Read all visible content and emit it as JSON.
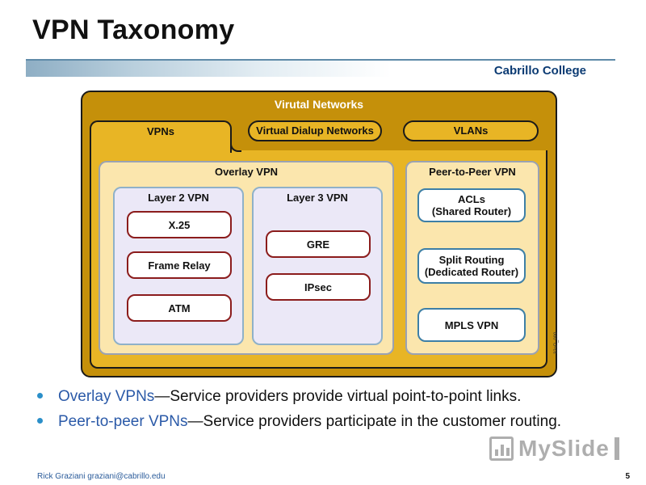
{
  "slide": {
    "title": "VPN Taxonomy",
    "organization": "Cabrillo College",
    "author": "Rick Graziani  graziani@cabrillo.edu",
    "page_number": "5"
  },
  "diagram": {
    "outer_title": "Virutal Networks",
    "top_items": {
      "vpns": "VPNs",
      "virtual_dialup": "Virtual Dialup Networks",
      "vlans": "VLANs"
    },
    "overlay": {
      "title": "Overlay VPN",
      "layer2": {
        "title": "Layer 2 VPN",
        "items": [
          "X.25",
          "Frame Relay",
          "ATM"
        ]
      },
      "layer3": {
        "title": "Layer 3 VPN",
        "items": [
          "GRE",
          "IPsec"
        ]
      }
    },
    "peer": {
      "title": "Peer-to-Peer VPN",
      "items": [
        [
          "ACLs",
          "(Shared Router)"
        ],
        [
          "Split Routing",
          "(Dedicated Router)"
        ],
        [
          "MPLS VPN",
          ""
        ]
      ]
    },
    "figure_id": "32aP_099"
  },
  "bullets": [
    {
      "term": "Overlay VPNs",
      "text": "—Service providers provide virtual point-to-point links."
    },
    {
      "term": "Peer-to-peer VPNs",
      "text": "—Service providers participate in the customer routing."
    }
  ],
  "watermark": {
    "text": "MySlide"
  },
  "colors": {
    "outer": "#c5900a",
    "inner": "#e8b525",
    "panel": "#fbe6ad",
    "sub_panel": "#ebe8f7",
    "leaf_border_red": "#8b1c1c",
    "leaf_border_blue": "#3d7fa6",
    "org_text": "#0c3b73",
    "bullet_term": "#2b5aa8"
  }
}
